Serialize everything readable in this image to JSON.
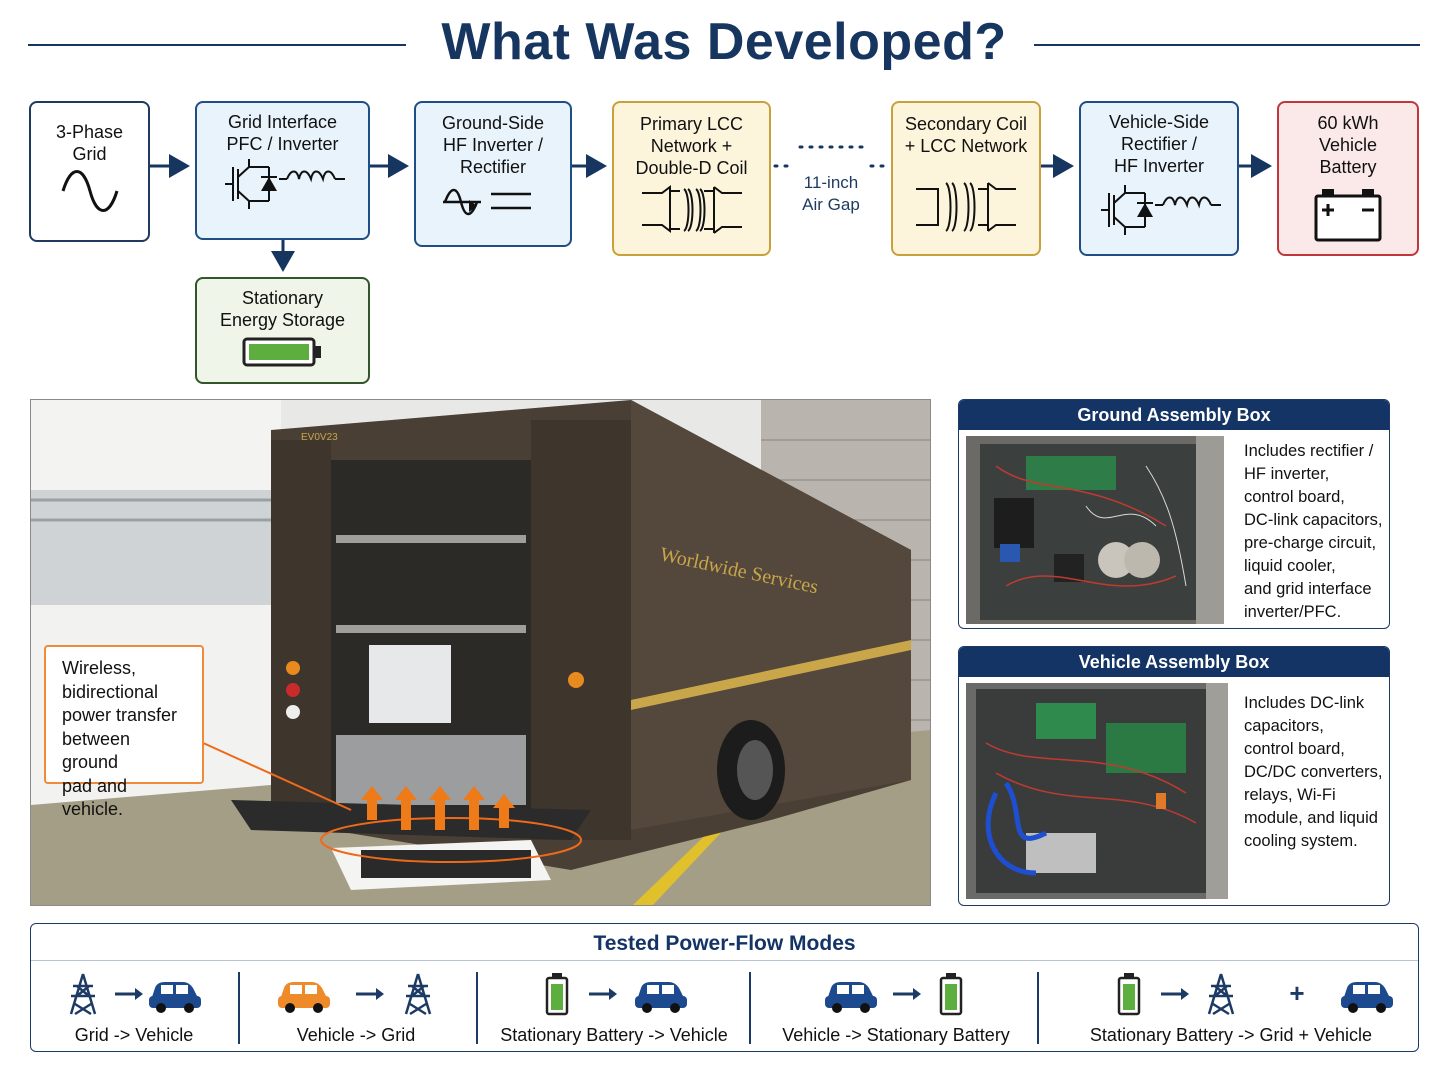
{
  "title": "What Was Developed?",
  "blocks": {
    "grid": "3-Phase\nGrid",
    "pfc": "Grid Interface\nPFC / Inverter",
    "ground_inverter": "Ground-Side\nHF Inverter /\nRectifier",
    "primary": "Primary LCC\nNetwork +\nDouble-D Coil",
    "secondary": "Secondary Coil\n+ LCC Network",
    "vehicle_rectifier": "Vehicle-Side\nRectifier /\nHF Inverter",
    "battery": "60 kWh\nVehicle\nBattery",
    "storage": "Stationary\nEnergy Storage"
  },
  "air_gap": "11-inch\nAir Gap",
  "photo": {
    "callout": "Wireless,\nbidirectional\npower transfer\nbetween ground\npad and vehicle.",
    "truck_lettering": "Worldwide Services",
    "truck_number": "EV0V23"
  },
  "ground_assembly": {
    "title": "Ground Assembly Box",
    "description": "Includes rectifier /\nHF inverter,\ncontrol board,\nDC-link capacitors,\npre-charge circuit,\nliquid cooler,\nand grid interface\ninverter/PFC."
  },
  "vehicle_assembly": {
    "title": "Vehicle Assembly Box",
    "description": "Includes DC-link\ncapacitors,\ncontrol board,\nDC/DC converters,\nrelays, Wi-Fi\nmodule, and liquid\ncooling system."
  },
  "modes": {
    "title": "Tested Power-Flow Modes",
    "items": [
      {
        "label": "Grid -> Vehicle",
        "from": "transmission-tower-icon",
        "to": "car-icon"
      },
      {
        "label": "Vehicle -> Grid",
        "from": "car-icon",
        "to": "transmission-tower-icon"
      },
      {
        "label": "Stationary Battery -> Vehicle",
        "from": "battery-icon",
        "to": "car-icon"
      },
      {
        "label": "Vehicle -> Stationary Battery",
        "from": "car-icon",
        "to": "battery-icon"
      },
      {
        "label": "Stationary Battery -> Grid + Vehicle",
        "from": "battery-icon",
        "to": "transmission-tower-icon",
        "plus": "+",
        "extra": "car-icon"
      }
    ]
  },
  "colors": {
    "navy": "#16355f",
    "block_blue": "#e9f3fc",
    "block_yellow": "#fdf4dc",
    "block_green": "#eff6e9",
    "block_red": "#fbe9e9",
    "accent_orange": "#ee8a3a",
    "truck_brown": "#4a3f35"
  }
}
